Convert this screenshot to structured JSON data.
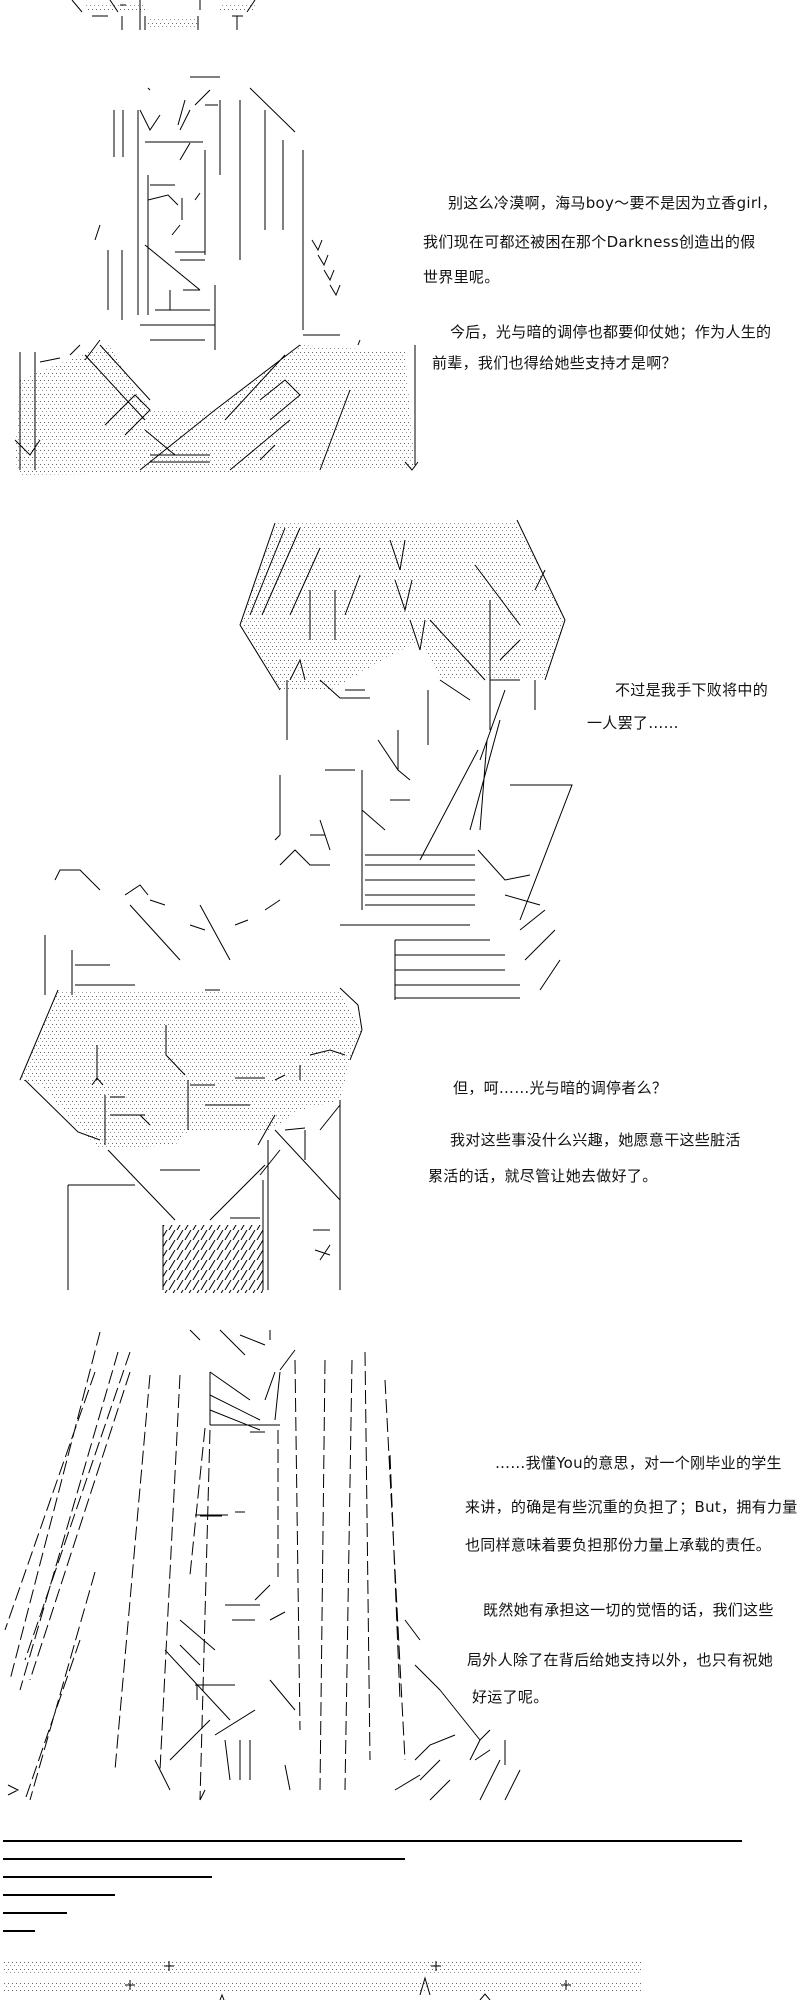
{
  "panels": [
    {
      "dialogue": [
        "别这么冷漠啊，海马boy～要不是因为立香girl，",
        "我们现在可都还被困在那个Darkness创造出的假",
        "世界里呢。",
        "今后，光与暗的调停也都要仰仗她；作为人生的",
        "前辈，我们也得给她些支持才是啊？"
      ]
    },
    {
      "dialogue": [
        "不过是我手下败将中的",
        "一人罢了……"
      ]
    },
    {
      "dialogue": [
        "但，呵……光与暗的调停者么？",
        "我对这些事没什么兴趣，她愿意干这些脏活",
        "累活的话，就尽管让她去做好了。"
      ]
    },
    {
      "dialogue": [
        "……我懂You的意思，对一个刚毕业的学生",
        "来讲，的确是有些沉重的负担了；But，拥有力量",
        "也同样意味着要负担那份力量上承载的责任。",
        "既然她有承担这一切的觉悟的话，我们这些",
        "局外人除了在背后给她支持以外，也只有祝她",
        "好运了呢。"
      ]
    }
  ]
}
